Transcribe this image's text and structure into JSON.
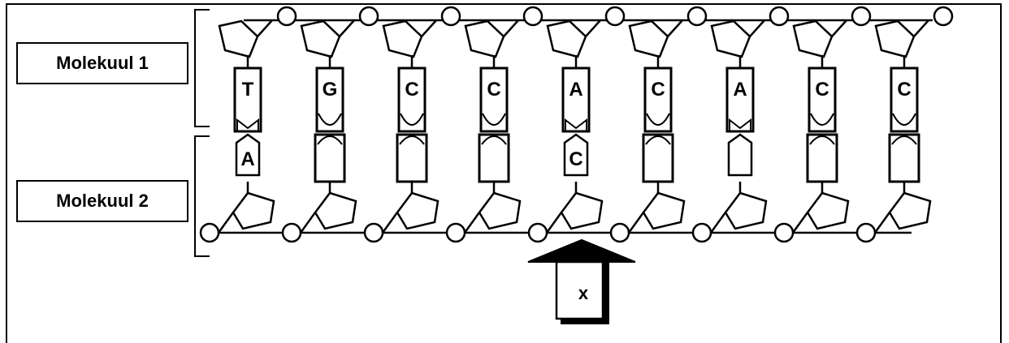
{
  "labels": {
    "molecule1": "Molekuul 1",
    "molecule2": "Molekuul 2",
    "arrow": "x"
  },
  "molecule1_bases": [
    "T",
    "G",
    "C",
    "C",
    "A",
    "C",
    "A",
    "C",
    "C"
  ],
  "molecule2_bases": [
    "A",
    "",
    "",
    "",
    "C",
    "",
    "",
    "",
    ""
  ],
  "base_shapes_molecule1": [
    "chevron",
    "round",
    "round",
    "round",
    "chevron",
    "round",
    "chevron",
    "round",
    "round"
  ]
}
